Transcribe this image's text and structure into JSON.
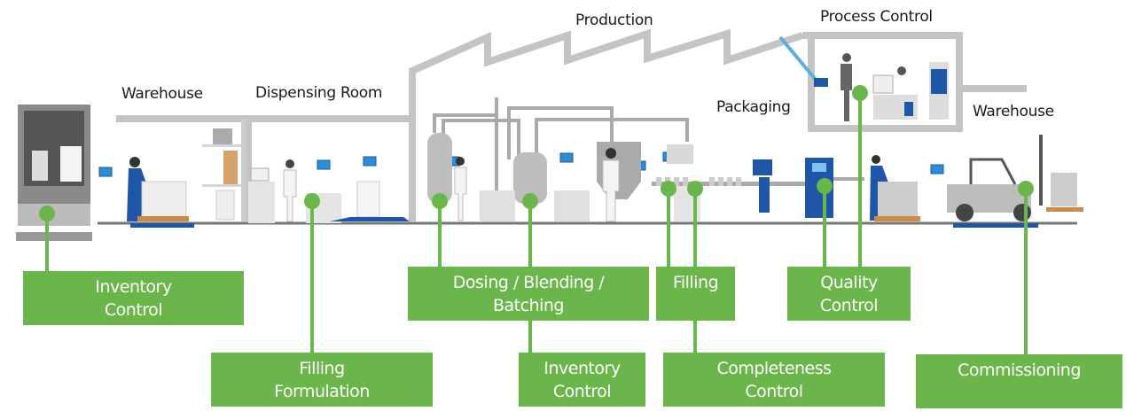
{
  "areas": {
    "warehouse_in": "Warehouse",
    "dispensing": "Dispensing Room",
    "production": "Production",
    "process_control": "Process Control",
    "packaging": "Packaging",
    "warehouse_out": "Warehouse"
  },
  "callouts": [
    {
      "id": "inventory-control-1",
      "lines": [
        "Inventory",
        "Control"
      ]
    },
    {
      "id": "filling-formulation",
      "lines": [
        "Filling",
        "Formulation"
      ]
    },
    {
      "id": "dosing-blending-batching",
      "lines": [
        "Dosing / Blending /",
        "Batching"
      ]
    },
    {
      "id": "inventory-control-2",
      "lines": [
        "Inventory",
        "Control"
      ]
    },
    {
      "id": "filling",
      "lines": [
        "Filling"
      ]
    },
    {
      "id": "completeness-control",
      "lines": [
        "Completeness",
        "Control"
      ]
    },
    {
      "id": "quality-control",
      "lines": [
        "Quality",
        "Control"
      ]
    },
    {
      "id": "commissioning",
      "lines": [
        "Commissioning"
      ]
    }
  ],
  "colors": {
    "callout_green": "#6ab64a",
    "building_gray": "#c4c4c4",
    "equipment_blue": "#1f56a8",
    "terminal_blue": "#2a8fd6"
  }
}
